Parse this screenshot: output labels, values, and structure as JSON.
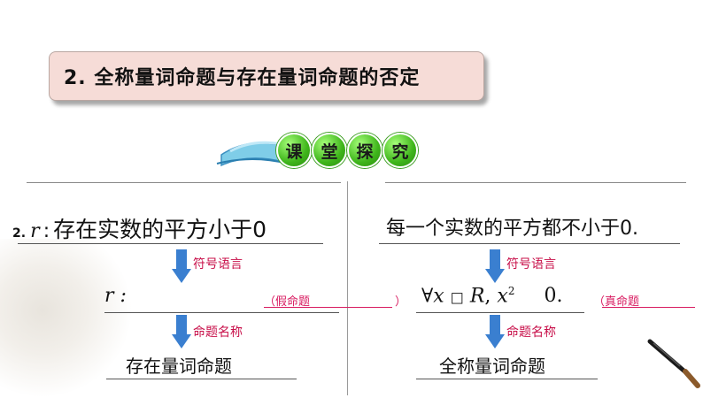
{
  "title": "2.  全称量词命题与存在量词命题的否定",
  "banner": {
    "chars": [
      "课",
      "堂",
      "探",
      "究"
    ]
  },
  "left": {
    "number": "2.",
    "var": "r",
    "colon": ":",
    "statement": "存在实数的平方小于0",
    "arrow_label_1": "符号语言",
    "symbol_line": "r :",
    "judgement": "（假命题",
    "judgement_close": "）",
    "arrow_label_2": "命题名称",
    "name": "存在量词命题"
  },
  "right": {
    "statement": "每一个实数的平方都不小于0.",
    "arrow_label_1": "符号语言",
    "formula": {
      "forall": "∀",
      "x": "x",
      "box": "□",
      "set": "R",
      "sep": ",",
      "x2": "x",
      "exp": "2",
      "rhs": "0."
    },
    "judgement": "（真命题",
    "arrow_label_2": "命题名称",
    "name": "全称量词命题"
  }
}
